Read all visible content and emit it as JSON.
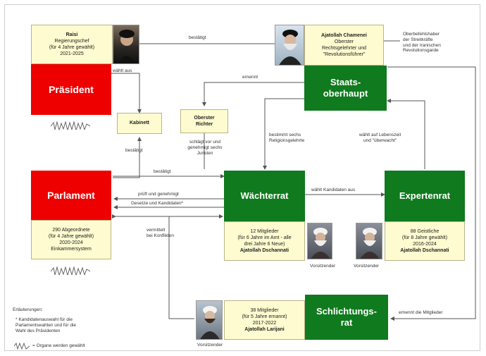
{
  "boxes": {
    "president": "Präsident",
    "staatsoberhaupt_1": "Staats-",
    "staatsoberhaupt_2": "oberhaupt",
    "parlament": "Parlament",
    "waechterrat": "Wächterrat",
    "expertenrat": "Expertenrat",
    "schlichtung_1": "Schlichtungs-",
    "schlichtung_2": "rat",
    "kabinett": "Kabinett",
    "richter_1": "Oberster",
    "richter_2": "Richter"
  },
  "info": {
    "raisi": [
      "Raisi",
      "Regierungschef",
      "(für 4 Jahre gewählt)",
      "2021-2025"
    ],
    "chamenei": [
      "Ajatollah Chamenei",
      "Oberster",
      "Rechtsgelehrter und",
      "\"Revolutionsführer\""
    ],
    "parlament": [
      "290 Abgeordnete",
      "(für 4 Jahre gewählt)",
      "2020-2024",
      "Einkammersystem"
    ],
    "waechterrat": [
      "12 Mitglieder",
      "(für 6 Jahre im Amt - alle",
      "drei Jahre 6 Neue)",
      "Ajatollah Dschannati"
    ],
    "expertenrat": [
      "88 Geistliche",
      "(für 8 Jahre gewählt)",
      "2016-2024",
      "Ajatollah Dschannati"
    ],
    "schlichtung": [
      "38 Mitglieder",
      "(für 5 Jahre ernannt)",
      "2017-2022",
      "Ajatollah Larijani"
    ]
  },
  "side_note": [
    "Oberbefehlshaber",
    "der Streitkräfte",
    "und der Iranischen",
    "Revolutionsgarde"
  ],
  "labels": {
    "bestaetigt_top": "bestätigt",
    "waehlt_aus": "wählt aus",
    "ernennt": "ernennt",
    "bestimmt": [
      "bestimmt sechs",
      "Religionsgelehrte"
    ],
    "waehlt_lebenszeit": [
      "wählt auf Lebenszeit",
      "und \"überwacht\""
    ],
    "bestaetigt_kabinett": "bestätigt",
    "schlaegt_vor": [
      "schlägt vor und",
      "genehmigt sechs",
      "Juristen"
    ],
    "bestaetigt_parl": "bestätigt",
    "prueft": "prüft und genehmigt",
    "gesetze": "Gesetze und Kandidaten*",
    "waehlt_kandidaten": "wählt Kandidaten aus",
    "vermittelt": [
      "vermittelt",
      "bei Konflikten"
    ],
    "ernennt_mitglieder": "ernennt die Mitglieder",
    "vorsitzender_w": "Vorsitzender",
    "vorsitzender_e": "Vorsitzender",
    "vorsitzender_s": "Vorsitzender"
  },
  "legend": {
    "title": "Erläuterungen:",
    "note": [
      "* Kandidatenauswahl für die",
      "Parlamentswahlen und für die",
      "Wahl des Präsidenten"
    ],
    "organs": "= Organe werden gewählt"
  },
  "colors": {
    "red": "#ee0000",
    "green": "#107a1e",
    "info_bg": "#fdfbcf"
  }
}
